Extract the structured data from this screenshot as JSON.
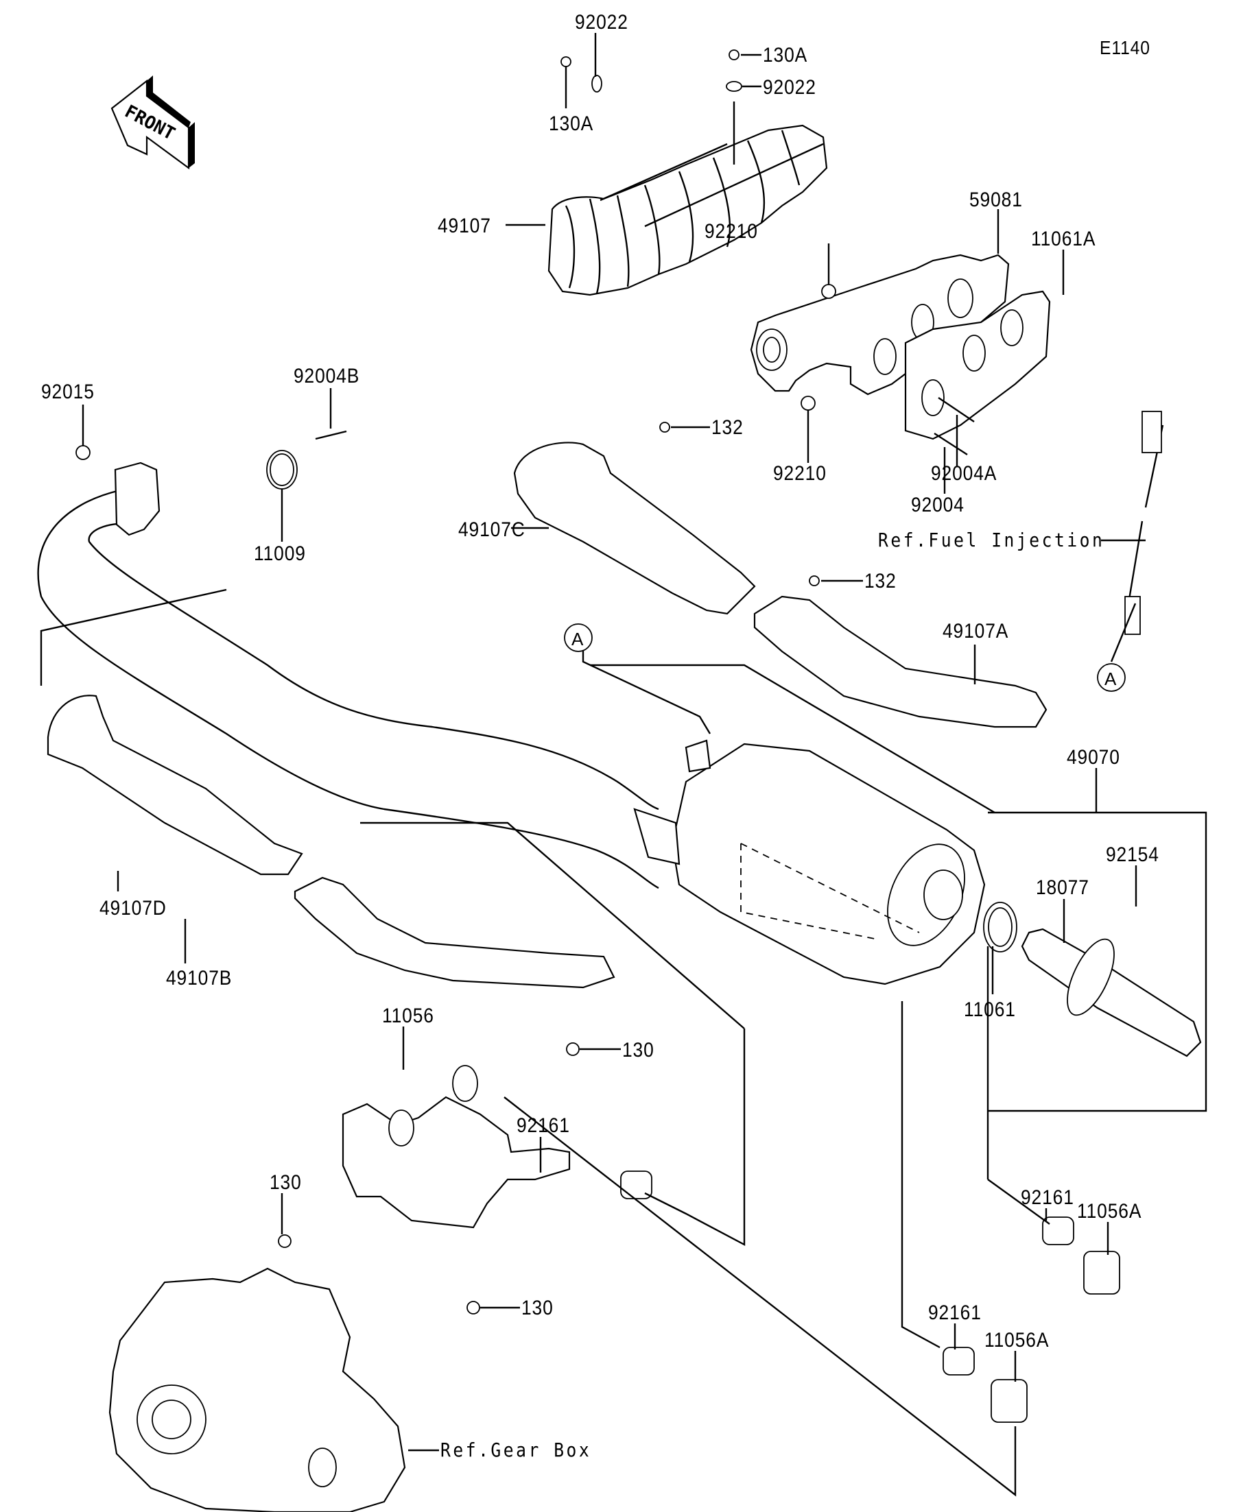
{
  "diagram": {
    "code": "E1140",
    "front_label": "FRONT",
    "callout_ref": "A",
    "references": {
      "fuel_injection": "Ref.Fuel Injection",
      "gear_box": "Ref.Gear Box"
    },
    "parts": {
      "p92022_top": "92022",
      "p130A_top": "130A",
      "p130A_left": "130A",
      "p92022_right": "92022",
      "p49107": "49107",
      "p92210_upper": "92210",
      "p59081": "59081",
      "p11061A": "11061A",
      "p92015": "92015",
      "p92004B": "92004B",
      "p132_upper": "132",
      "p11009": "11009",
      "p92210_lower": "92210",
      "p92004A": "92004A",
      "p92004": "92004",
      "p49107C": "49107C",
      "p132_lower": "132",
      "p49107A": "49107A",
      "p49070": "49070",
      "p92154": "92154",
      "p18077": "18077",
      "p49107D": "49107D",
      "p11061": "11061",
      "p49107B": "49107B",
      "p11056": "11056",
      "p130_right": "130",
      "p92161_mid": "92161",
      "p130_left": "130",
      "p92161_right": "92161",
      "p11056A_right": "11056A",
      "p130_bottom": "130",
      "p92161_bottom": "92161",
      "p11056A_bottom": "11056A"
    }
  }
}
